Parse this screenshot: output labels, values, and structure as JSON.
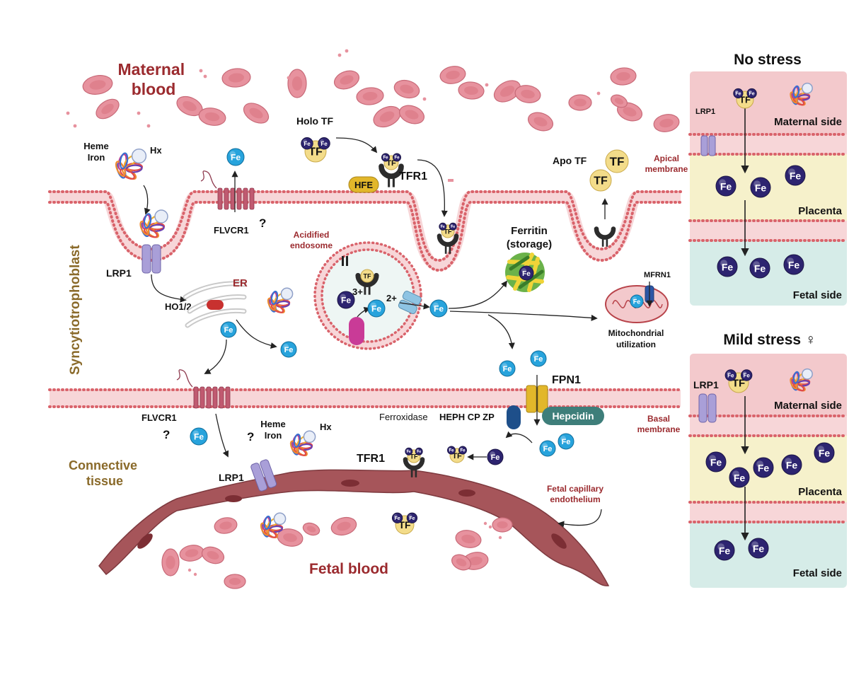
{
  "colors": {
    "maroon": "#9b2a2e",
    "brown": "#8a6a2a",
    "rbc": "#e7929e",
    "rbc_dark": "#c86a78",
    "membrane": "#d9636b",
    "fe_light": "#27a3dc",
    "fe_dark": "#2d2470",
    "tf": "#f3dc8a",
    "hfe": "#e2b72a",
    "maternal_bg": "#f3c9cc",
    "placenta_bg": "#f6f1cb",
    "fetal_bg": "#d6ece8",
    "hepcidin": "#3e7e7a",
    "endothelium": "#a6555a"
  },
  "labels": {
    "maternal_blood": "Maternal blood",
    "syncytiotrophoblast": "Syncytiotrophoblast",
    "connective_tissue": "Connective tissue",
    "fetal_blood": "Fetal blood",
    "heme": "Heme",
    "iron": "Iron",
    "hx": "Hx",
    "lrp1": "LRP1",
    "flvcr1": "FLVCR1",
    "q": "?",
    "ho12": "HO1/2",
    "er": "ER",
    "acidified_endosome": "Acidified endosome",
    "holo_tf": "Holo TF",
    "hfe": "HFE",
    "tfr1": "TFR1",
    "apo_tf": "Apo TF",
    "apical_membrane": "Apical membrane",
    "ferritin_storage": "Ferritin (storage)",
    "mfrn1": "MFRN1",
    "mitochondrial_utilization": "Mitochondrial utilization",
    "fpn1": "FPN1",
    "hepcidin": "Hepcidin",
    "ferroxidase": "Ferroxidase",
    "heph_cp_zp": "HEPH CP ZP",
    "basal_membrane": "Basal membrane",
    "fetal_capillary_endothelium": "Fetal capillary endothelium",
    "tf": "TF",
    "fe": "Fe",
    "three_plus": "3+",
    "two_plus": "2+"
  },
  "panels": [
    {
      "title": "No stress",
      "maternal": "Maternal side",
      "placenta": "Placenta",
      "fetal": "Fetal side",
      "lrp1": "LRP1"
    },
    {
      "title": "Mild stress ♀",
      "maternal": "Maternal side",
      "placenta": "Placenta",
      "fetal": "Fetal side",
      "lrp1": "LRP1"
    }
  ]
}
